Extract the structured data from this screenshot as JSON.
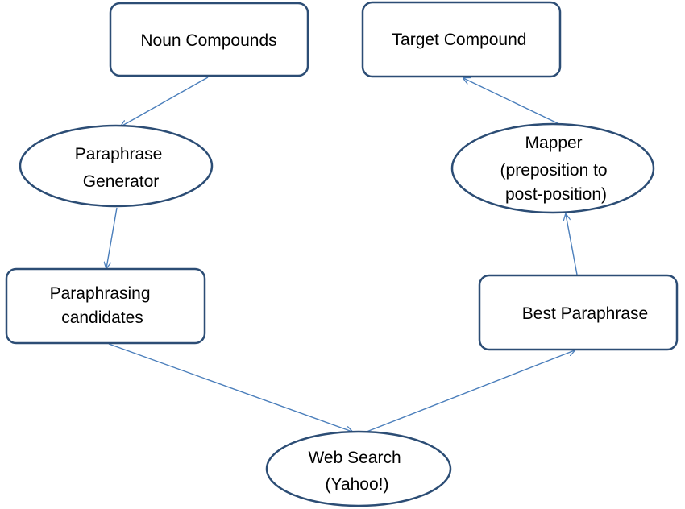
{
  "diagram": {
    "nodes": {
      "noun_compounds": {
        "lines": [
          "Noun Compounds"
        ]
      },
      "target_compound": {
        "lines": [
          "Target Compound"
        ]
      },
      "paraphrase_generator": {
        "lines": [
          "Paraphrase",
          "Generator"
        ]
      },
      "mapper": {
        "lines": [
          "Mapper",
          "(preposition to",
          "post-position)"
        ]
      },
      "paraphrasing_candidates": {
        "lines": [
          "Paraphrasing",
          "candidates"
        ]
      },
      "best_paraphrase": {
        "lines": [
          "Best Paraphrase"
        ]
      },
      "web_search": {
        "lines": [
          "Web Search",
          "(Yahoo!)"
        ]
      }
    },
    "edges": [
      {
        "from": "noun_compounds",
        "to": "paraphrase_generator"
      },
      {
        "from": "paraphrase_generator",
        "to": "paraphrasing_candidates"
      },
      {
        "from": "paraphrasing_candidates",
        "to": "web_search"
      },
      {
        "from": "web_search",
        "to": "best_paraphrase"
      },
      {
        "from": "best_paraphrase",
        "to": "mapper"
      },
      {
        "from": "mapper",
        "to": "target_compound"
      }
    ],
    "colors": {
      "node_border": "#2c4d75",
      "edge": "#4a7ebb",
      "text": "#000000",
      "background": "#ffffff"
    }
  }
}
